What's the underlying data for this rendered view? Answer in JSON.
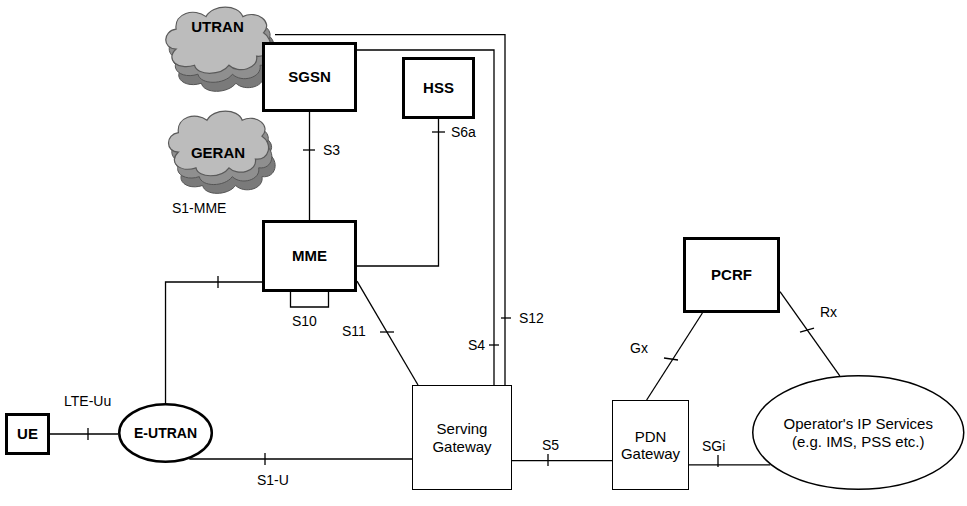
{
  "diagram": {
    "nodes": [
      {
        "text": [
          "UTRAN"
        ]
      },
      {
        "text": [
          "SGSN"
        ]
      },
      {
        "text": [
          "HSS"
        ]
      },
      {
        "text": [
          "GERAN"
        ]
      },
      {
        "text": [
          "MME"
        ]
      },
      {
        "text": [
          "PCRF"
        ]
      },
      {
        "text": [
          "UE"
        ]
      },
      {
        "text": [
          "E-UTRAN"
        ]
      },
      {
        "text": [
          "Serving Gateway"
        ]
      },
      {
        "text": [
          "PDN Gateway"
        ]
      },
      {
        "text": [
          "Operator's IP Services (e.g. IMS, PSS etc.)"
        ]
      }
    ],
    "edges": [
      {
        "from": 6,
        "to": 7,
        "label": "LTE-Uu",
        "arrow": "none"
      },
      {
        "from": 7,
        "to": 4,
        "label": "S1-MME",
        "arrow": "none"
      },
      {
        "from": 7,
        "to": 8,
        "label": "S1-U",
        "arrow": "none"
      },
      {
        "from": 1,
        "to": 4,
        "label": "S3",
        "arrow": "none"
      },
      {
        "from": 2,
        "to": 4,
        "label": "S6a",
        "arrow": "none"
      },
      {
        "from": 4,
        "to": 4,
        "label": "S10",
        "arrow": "none"
      },
      {
        "from": 4,
        "to": 8,
        "label": "S11",
        "arrow": "none"
      },
      {
        "from": 1,
        "to": 8,
        "label": "S4",
        "arrow": "none"
      },
      {
        "from": 0,
        "to": 8,
        "label": "S12",
        "arrow": "none"
      },
      {
        "from": 8,
        "to": 9,
        "label": "S5",
        "arrow": "none"
      },
      {
        "from": 9,
        "to": 5,
        "label": "Gx",
        "arrow": "none"
      },
      {
        "from": 9,
        "to": 10,
        "label": "SGi",
        "arrow": "none"
      },
      {
        "from": 5,
        "to": 10,
        "label": "Rx",
        "arrow": "none"
      }
    ]
  }
}
